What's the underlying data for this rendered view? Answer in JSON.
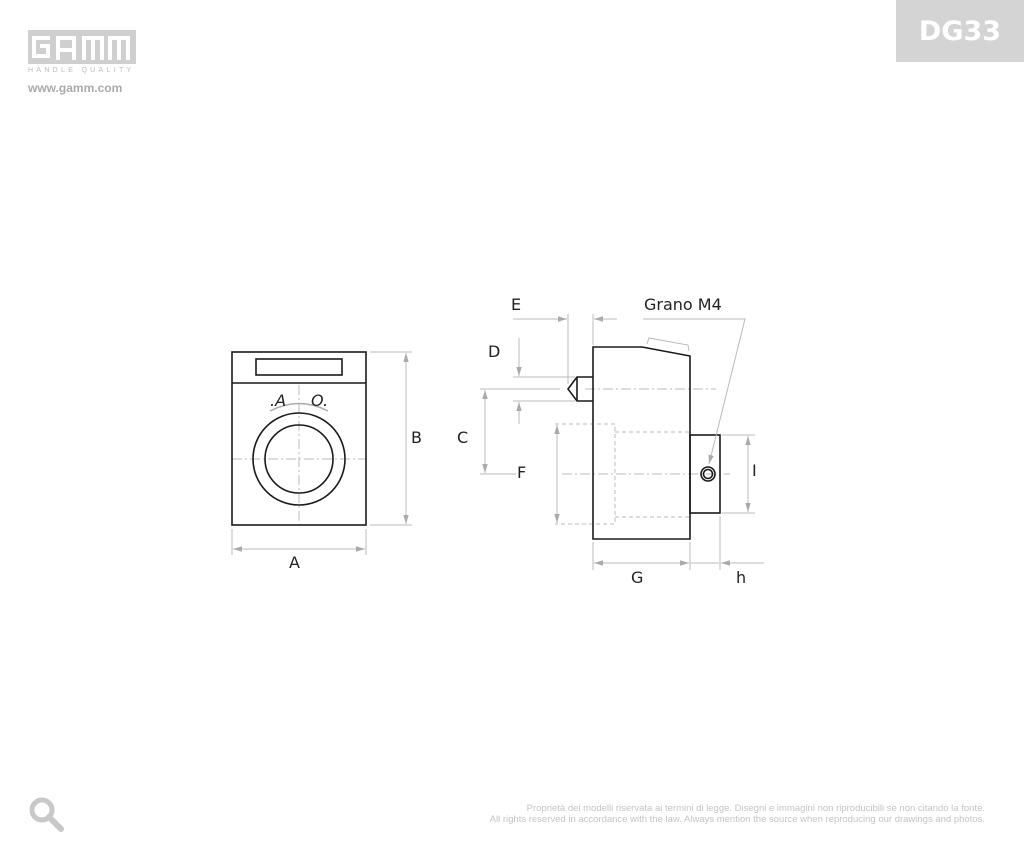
{
  "brand": {
    "logo": "GAMM",
    "tagline": "HANDLE QUALITY",
    "url": "www.gamm.com"
  },
  "product_code": "DG33",
  "drawing": {
    "front_view": {
      "dim_width": "A",
      "dim_height": "B",
      "marks": {
        "left": ".A",
        "right": "O."
      }
    },
    "side_view": {
      "dims": {
        "C": "C",
        "D": "D",
        "E": "E",
        "F": "F",
        "G": "G",
        "h": "h",
        "I": "I"
      },
      "callout": "Grano M4"
    }
  },
  "footer": {
    "line_it": "Proprietà dei modelli riservata ai termini di legge. Disegni e immagini non riproducibili se non citando la fonte.",
    "line_en": "All rights reserved in accordance with the law. Always mention the source when reproducing our drawings and photos."
  },
  "icons": {
    "search": "magnifier-icon"
  }
}
